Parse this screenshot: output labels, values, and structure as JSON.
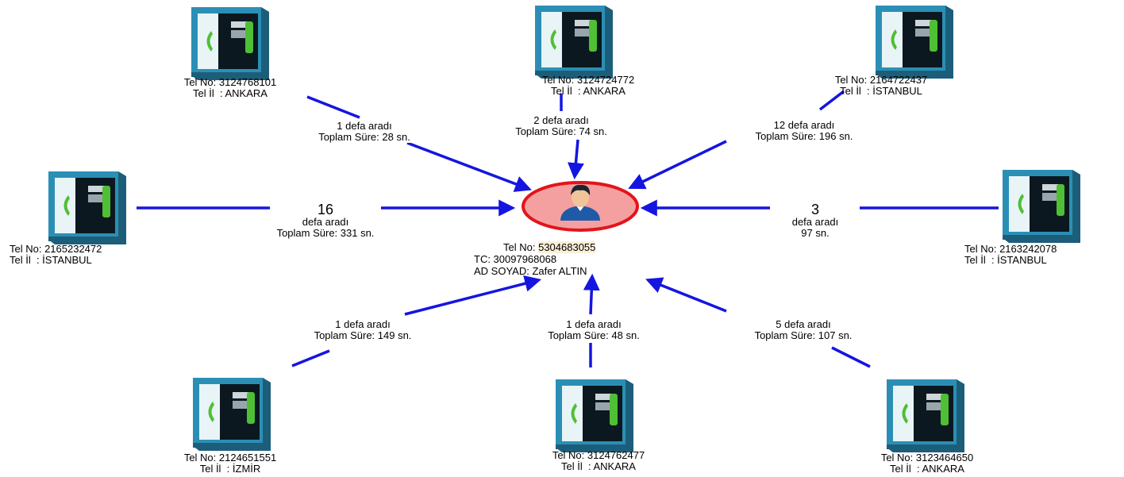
{
  "center": {
    "tel_label": "Tel No:",
    "tel_value": "5304683055",
    "tc_line": "TC: 30097968068",
    "name_line": "AD SOYAD: Zafer ALTIN",
    "circle_fill": "#f4a0a0",
    "circle_stroke": "#e3141b"
  },
  "edge_color": "#1515e0",
  "booth_colors": {
    "frame": "#2b8fb5",
    "frame_dark": "#1c5e7a",
    "inner": "#0c1820",
    "glass": "#e9f4f7",
    "handset": "#4fbf35"
  },
  "nodes": [
    {
      "id": "top-left",
      "tel": "Tel No: 3124768101",
      "il": "Tel İl  : ANKARA",
      "count_line": "1 defa aradı",
      "duration_line": "Toplam Süre: 28 sn."
    },
    {
      "id": "top-center",
      "tel": "Tel No: 3124724772",
      "il": "Tel İl  : ANKARA",
      "count_line": "2 defa aradı",
      "duration_line": "Toplam Süre: 74 sn."
    },
    {
      "id": "top-right",
      "tel": "Tel No: 2164722437",
      "il": "Tel İl  : İSTANBUL",
      "count_line": "12 defa aradı",
      "duration_line": "Toplam Süre: 196 sn."
    },
    {
      "id": "mid-left",
      "tel": "Tel No: 2165232472",
      "il": "Tel İl  : İSTANBUL",
      "count_big": "16",
      "count_line": "defa aradı",
      "duration_line": "Toplam Süre: 331 sn."
    },
    {
      "id": "mid-right",
      "tel": "Tel No: 2163242078",
      "il": "Tel İl  : İSTANBUL",
      "count_big": "3",
      "count_line": "defa aradı",
      "duration_line": "97 sn."
    },
    {
      "id": "bottom-left",
      "tel": "Tel No: 2124651551",
      "il": "Tel İl  : İZMİR",
      "count_line": "1 defa aradı",
      "duration_line": "Toplam Süre: 149 sn."
    },
    {
      "id": "bottom-center",
      "tel": "Tel No: 3124762477",
      "il": "Tel İl  : ANKARA",
      "count_line": "1 defa aradı",
      "duration_line": "Toplam Süre: 48 sn."
    },
    {
      "id": "bottom-right",
      "tel": "Tel No: 3123464650",
      "il": "Tel İl  : ANKARA",
      "count_line": "5 defa aradı",
      "duration_line": "Toplam Süre: 107 sn."
    }
  ]
}
